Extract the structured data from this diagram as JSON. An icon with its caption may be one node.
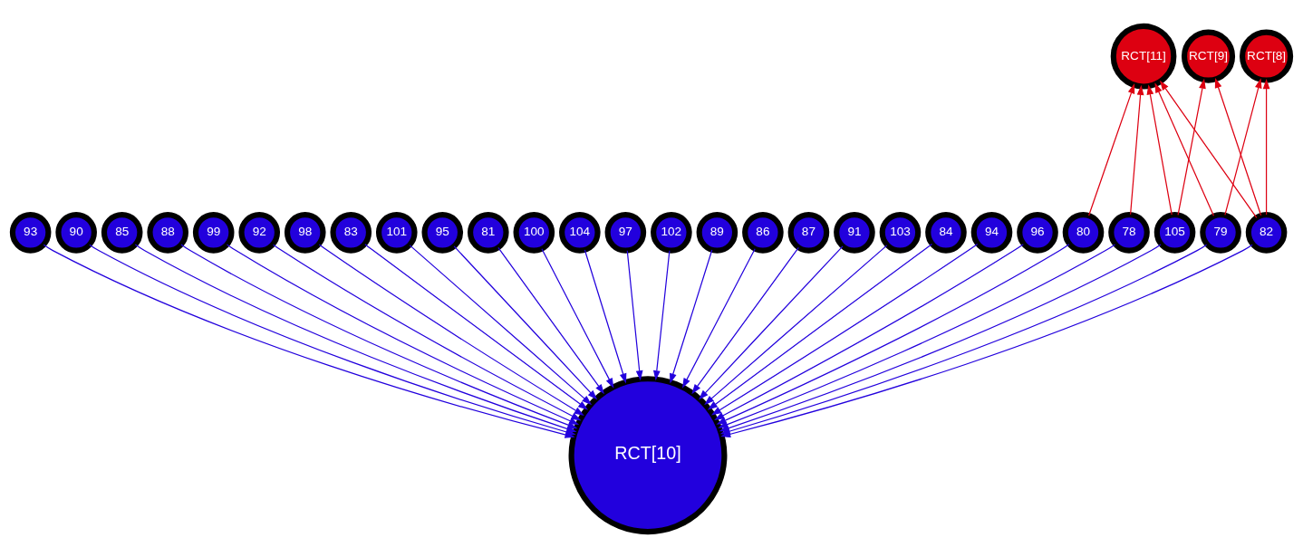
{
  "diagram": {
    "nodes": [
      {
        "text": [
          "RCT[11]"
        ]
      },
      {
        "text": [
          "RCT[9]"
        ]
      },
      {
        "text": [
          "RCT[8]"
        ]
      },
      {
        "text": [
          "93"
        ]
      },
      {
        "text": [
          "90"
        ]
      },
      {
        "text": [
          "85"
        ]
      },
      {
        "text": [
          "88"
        ]
      },
      {
        "text": [
          "99"
        ]
      },
      {
        "text": [
          "92"
        ]
      },
      {
        "text": [
          "98"
        ]
      },
      {
        "text": [
          "83"
        ]
      },
      {
        "text": [
          "101"
        ]
      },
      {
        "text": [
          "95"
        ]
      },
      {
        "text": [
          "81"
        ]
      },
      {
        "text": [
          "100"
        ]
      },
      {
        "text": [
          "104"
        ]
      },
      {
        "text": [
          "97"
        ]
      },
      {
        "text": [
          "102"
        ]
      },
      {
        "text": [
          "89"
        ]
      },
      {
        "text": [
          "86"
        ]
      },
      {
        "text": [
          "87"
        ]
      },
      {
        "text": [
          "91"
        ]
      },
      {
        "text": [
          "103"
        ]
      },
      {
        "text": [
          "84"
        ]
      },
      {
        "text": [
          "94"
        ]
      },
      {
        "text": [
          "96"
        ]
      },
      {
        "text": [
          "80"
        ]
      },
      {
        "text": [
          "78"
        ]
      },
      {
        "text": [
          "105"
        ]
      },
      {
        "text": [
          "79"
        ]
      },
      {
        "text": [
          "82"
        ]
      },
      {
        "text": [
          "RCT[10]"
        ]
      }
    ],
    "edges": [
      {
        "from": 3,
        "to": 31,
        "arrow": "to"
      },
      {
        "from": 4,
        "to": 31,
        "arrow": "to"
      },
      {
        "from": 5,
        "to": 31,
        "arrow": "to"
      },
      {
        "from": 6,
        "to": 31,
        "arrow": "to"
      },
      {
        "from": 7,
        "to": 31,
        "arrow": "to"
      },
      {
        "from": 8,
        "to": 31,
        "arrow": "to"
      },
      {
        "from": 9,
        "to": 31,
        "arrow": "to"
      },
      {
        "from": 10,
        "to": 31,
        "arrow": "to"
      },
      {
        "from": 11,
        "to": 31,
        "arrow": "to"
      },
      {
        "from": 12,
        "to": 31,
        "arrow": "to"
      },
      {
        "from": 13,
        "to": 31,
        "arrow": "to"
      },
      {
        "from": 14,
        "to": 31,
        "arrow": "to"
      },
      {
        "from": 15,
        "to": 31,
        "arrow": "to"
      },
      {
        "from": 16,
        "to": 31,
        "arrow": "to"
      },
      {
        "from": 17,
        "to": 31,
        "arrow": "to"
      },
      {
        "from": 18,
        "to": 31,
        "arrow": "to"
      },
      {
        "from": 19,
        "to": 31,
        "arrow": "to"
      },
      {
        "from": 20,
        "to": 31,
        "arrow": "to"
      },
      {
        "from": 21,
        "to": 31,
        "arrow": "to"
      },
      {
        "from": 22,
        "to": 31,
        "arrow": "to"
      },
      {
        "from": 23,
        "to": 31,
        "arrow": "to"
      },
      {
        "from": 24,
        "to": 31,
        "arrow": "to"
      },
      {
        "from": 25,
        "to": 31,
        "arrow": "to"
      },
      {
        "from": 26,
        "to": 31,
        "arrow": "to"
      },
      {
        "from": 27,
        "to": 31,
        "arrow": "to"
      },
      {
        "from": 28,
        "to": 31,
        "arrow": "to"
      },
      {
        "from": 29,
        "to": 31,
        "arrow": "to"
      },
      {
        "from": 30,
        "to": 31,
        "arrow": "to"
      },
      {
        "from": 26,
        "to": 0,
        "arrow": "to",
        "color": "#dd0011"
      },
      {
        "from": 27,
        "to": 0,
        "arrow": "to",
        "color": "#dd0011"
      },
      {
        "from": 28,
        "to": 0,
        "arrow": "to",
        "color": "#dd0011"
      },
      {
        "from": 28,
        "to": 1,
        "arrow": "to",
        "color": "#dd0011"
      },
      {
        "from": 29,
        "to": 0,
        "arrow": "to",
        "color": "#dd0011"
      },
      {
        "from": 29,
        "to": 2,
        "arrow": "to",
        "color": "#dd0011"
      },
      {
        "from": 30,
        "to": 0,
        "arrow": "to",
        "color": "#dd0011"
      },
      {
        "from": 30,
        "to": 1,
        "arrow": "to",
        "color": "#dd0011"
      },
      {
        "from": 30,
        "to": 2,
        "arrow": "to",
        "color": "#dd0011"
      }
    ]
  }
}
